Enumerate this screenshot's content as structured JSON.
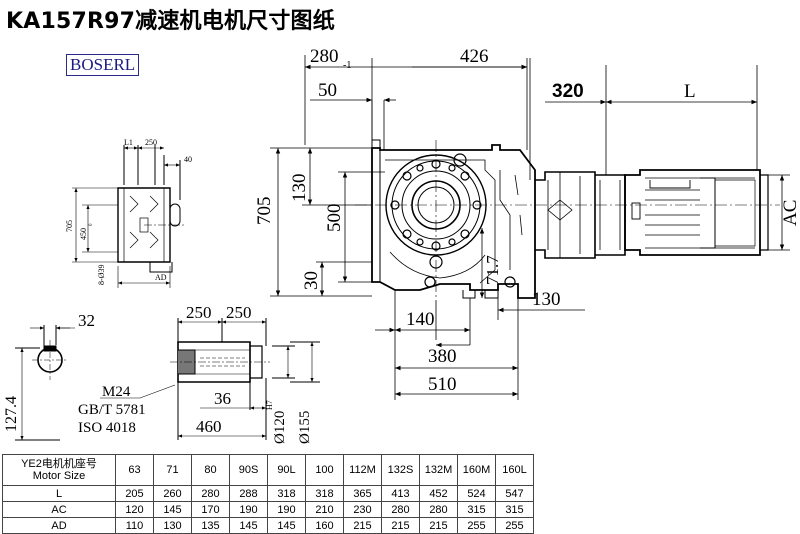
{
  "title": "KA157R97减速机电机尺寸图纸",
  "logo": "BOSERL",
  "dims": {
    "top_280": "280",
    "top_280_sub": "-1",
    "top_426": "426",
    "top_320": "320",
    "top_L": "L",
    "d50": "50",
    "d705": "705",
    "d130": "130",
    "d500": "500",
    "d30": "30",
    "d71_7": "71.7",
    "d140": "140",
    "d130b": "130",
    "d380": "380",
    "d510": "510",
    "dAC": "AC",
    "s32": "32",
    "s127_4": "127.4",
    "s250a": "250",
    "s250b": "250",
    "s36": "36",
    "s460": "460",
    "s120": "Ø120",
    "s120_tol": "H7",
    "s155": "Ø155",
    "m24": "M24",
    "gbt": "GB/T  5781",
    "iso": "ISO  4018",
    "t_l1": "L1",
    "t_250": "250",
    "t_40": "40",
    "t_705": "705",
    "t_450": "450",
    "t_450_tol": "0",
    "t_8039": "8-Ø39",
    "t_AD": "AD"
  },
  "table": {
    "header_cn": "YE2电机机座号",
    "header_en": "Motor Size",
    "sizes": [
      "63",
      "71",
      "80",
      "90S",
      "90L",
      "100",
      "112M",
      "132S",
      "132M",
      "160M",
      "160L"
    ],
    "rows": [
      {
        "label": "L",
        "values": [
          "205",
          "260",
          "280",
          "288",
          "318",
          "318",
          "365",
          "413",
          "452",
          "524",
          "547"
        ]
      },
      {
        "label": "AC",
        "values": [
          "120",
          "145",
          "170",
          "190",
          "190",
          "210",
          "230",
          "280",
          "280",
          "315",
          "315"
        ]
      },
      {
        "label": "AD",
        "values": [
          "110",
          "130",
          "135",
          "145",
          "145",
          "160",
          "215",
          "215",
          "215",
          "255",
          "255"
        ]
      }
    ]
  }
}
